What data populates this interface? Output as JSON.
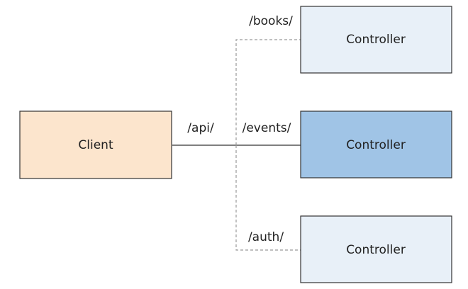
{
  "client": {
    "label": "Client",
    "fill": "#fce5cd"
  },
  "controllers": [
    {
      "label": "Controller",
      "route": "/books/",
      "fill": "#e8f0f8",
      "highlighted": false
    },
    {
      "label": "Controller",
      "route": "/events/",
      "fill": "#a0c4e6",
      "highlighted": true
    },
    {
      "label": "Controller",
      "route": "/auth/",
      "fill": "#e8f0f8",
      "highlighted": false
    }
  ],
  "connection": {
    "label": "/api/"
  },
  "colors": {
    "stroke": "#333333",
    "solid_line": "#555555",
    "dashed_line": "#999999"
  }
}
